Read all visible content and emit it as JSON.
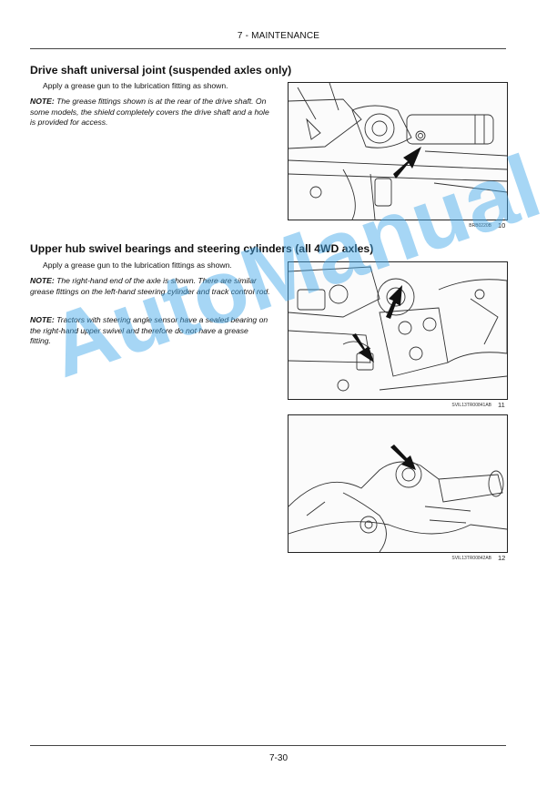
{
  "header": {
    "title": "7 - MAINTENANCE"
  },
  "sections": [
    {
      "heading": "Drive shaft universal joint (suspended axles only)",
      "instruction": "Apply a grease gun to the lubrication fitting as shown.",
      "notes": [
        {
          "label": "NOTE:",
          "text": "The grease fittings shown is at the rear of the drive shaft. On some models, the shield completely covers the drive shaft and a hole is provided for access."
        }
      ]
    },
    {
      "heading": "Upper hub swivel bearings and steering cylinders (all 4WD axles)",
      "instruction": "Apply a grease gun to the lubrication fittings as shown.",
      "notes": [
        {
          "label": "NOTE:",
          "text": "The right-hand end of the axle is shown. There are similar grease fittings on the left-hand steering cylinder and track control rod."
        },
        {
          "label": "NOTE:",
          "text": "Tractors with steering angle sensor have a sealed bearing on the right-hand upper swivel and therefore do not have a grease fitting."
        }
      ]
    }
  ],
  "figures": [
    {
      "code": "BRB0220B",
      "number": "10"
    },
    {
      "code": "SVIL13TR00841AB",
      "number": "11"
    },
    {
      "code": "SVIL13TR00842AB",
      "number": "12"
    }
  ],
  "watermark": {
    "text": "AutoManual",
    "color": "#46aaeb"
  },
  "footer": {
    "page_number": "7-30"
  }
}
